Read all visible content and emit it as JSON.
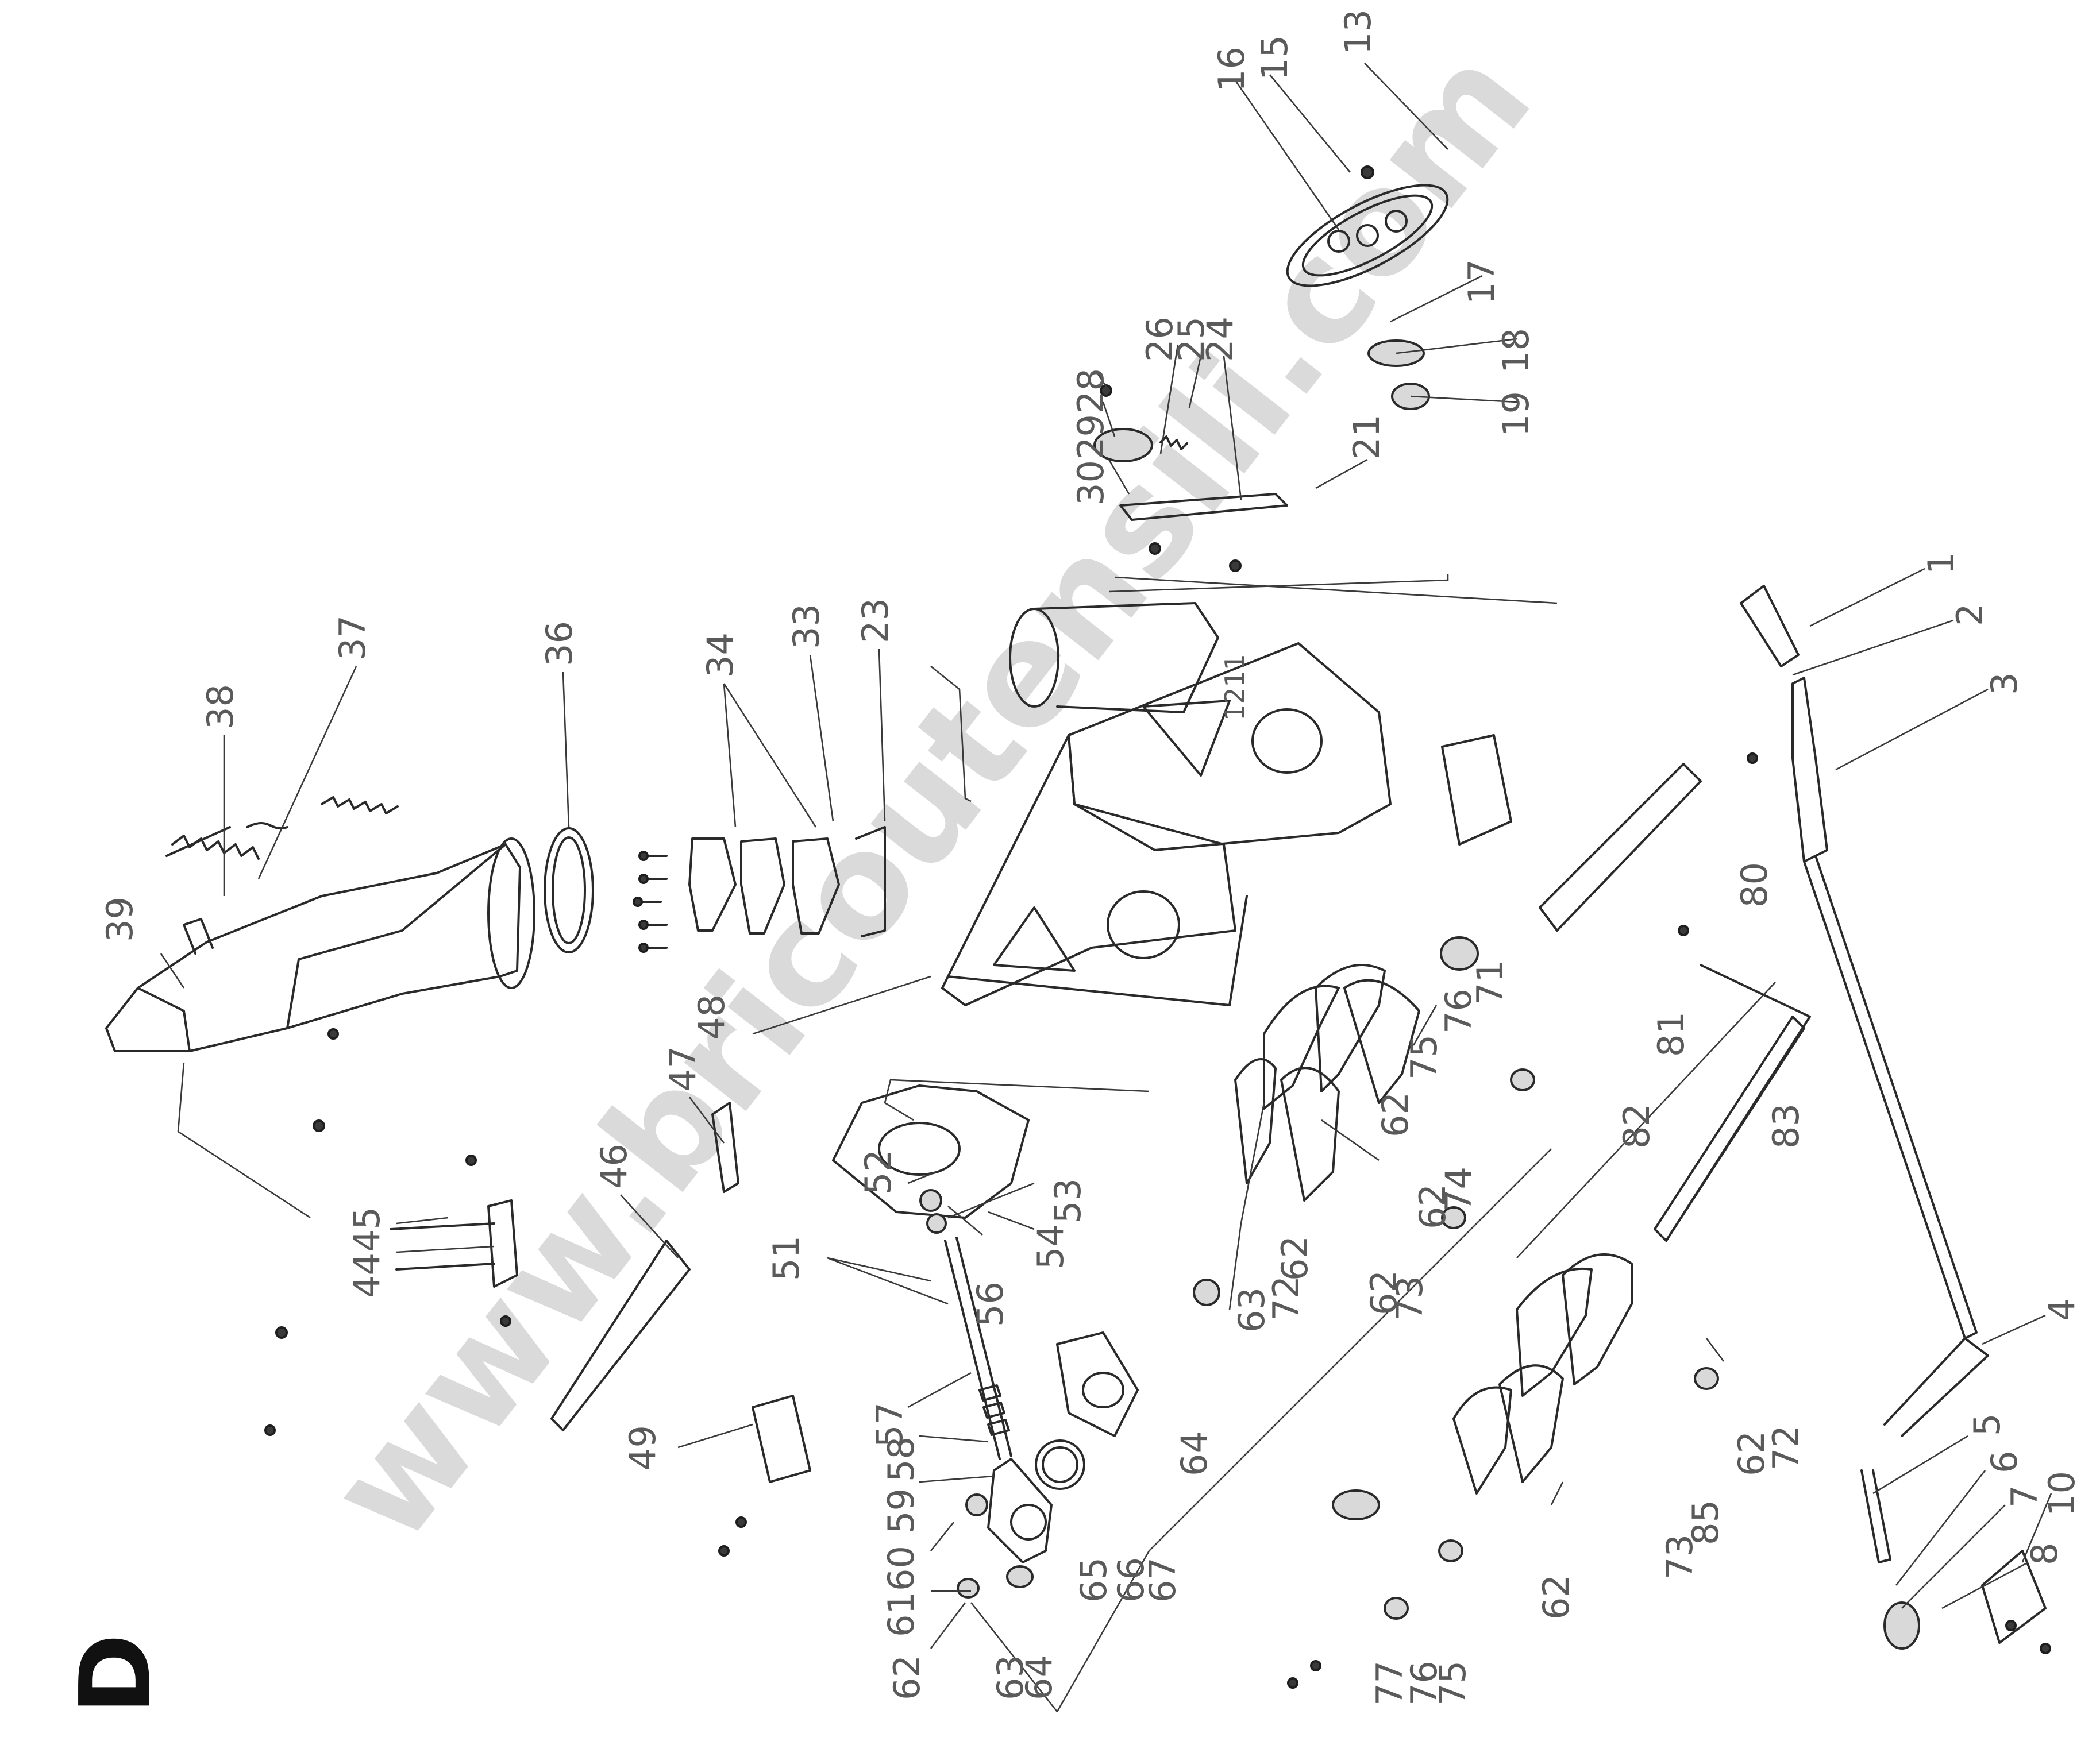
{
  "section_letter": "D",
  "watermark": "www.bricoutensili.com",
  "callouts": [
    {
      "id": "c1",
      "label": "1"
    },
    {
      "id": "c2",
      "label": "2"
    },
    {
      "id": "c3",
      "label": "3"
    },
    {
      "id": "c4",
      "label": "4"
    },
    {
      "id": "c5",
      "label": "5"
    },
    {
      "id": "c6",
      "label": "6"
    },
    {
      "id": "c7",
      "label": "7"
    },
    {
      "id": "c8",
      "label": "8"
    },
    {
      "id": "c10",
      "label": "10"
    },
    {
      "id": "c13",
      "label": "13"
    },
    {
      "id": "c15",
      "label": "15"
    },
    {
      "id": "c16",
      "label": "16"
    },
    {
      "id": "c17",
      "label": "17"
    },
    {
      "id": "c18",
      "label": "18"
    },
    {
      "id": "c19",
      "label": "19"
    },
    {
      "id": "c21",
      "label": "21"
    },
    {
      "id": "c23",
      "label": "23"
    },
    {
      "id": "c24",
      "label": "24"
    },
    {
      "id": "c25",
      "label": "25"
    },
    {
      "id": "c26",
      "label": "26"
    },
    {
      "id": "c28",
      "label": "28"
    },
    {
      "id": "c29",
      "label": "29"
    },
    {
      "id": "c30",
      "label": "30"
    },
    {
      "id": "c33",
      "label": "33"
    },
    {
      "id": "c34",
      "label": "34"
    },
    {
      "id": "c36",
      "label": "36"
    },
    {
      "id": "c37",
      "label": "37"
    },
    {
      "id": "c38",
      "label": "38"
    },
    {
      "id": "c39",
      "label": "39"
    },
    {
      "id": "c44",
      "label": "44"
    },
    {
      "id": "c45",
      "label": "45"
    },
    {
      "id": "c46",
      "label": "46"
    },
    {
      "id": "c47",
      "label": "47"
    },
    {
      "id": "c48",
      "label": "48"
    },
    {
      "id": "c49",
      "label": "49"
    },
    {
      "id": "c51",
      "label": "51"
    },
    {
      "id": "c52",
      "label": "52"
    },
    {
      "id": "c53",
      "label": "53"
    },
    {
      "id": "c54",
      "label": "54"
    },
    {
      "id": "c56",
      "label": "56"
    },
    {
      "id": "c57",
      "label": "57"
    },
    {
      "id": "c58",
      "label": "58"
    },
    {
      "id": "c59",
      "label": "59"
    },
    {
      "id": "c60",
      "label": "60"
    },
    {
      "id": "c61",
      "label": "61"
    },
    {
      "id": "c62a",
      "label": "62"
    },
    {
      "id": "c62b",
      "label": "62"
    },
    {
      "id": "c62c",
      "label": "62"
    },
    {
      "id": "c62d",
      "label": "62"
    },
    {
      "id": "c62e",
      "label": "62"
    },
    {
      "id": "c62f",
      "label": "62"
    },
    {
      "id": "c62g",
      "label": "62"
    },
    {
      "id": "c63a",
      "label": "63"
    },
    {
      "id": "c63b",
      "label": "63"
    },
    {
      "id": "c64a",
      "label": "64"
    },
    {
      "id": "c64b",
      "label": "64"
    },
    {
      "id": "c65",
      "label": "65"
    },
    {
      "id": "c66",
      "label": "66"
    },
    {
      "id": "c67",
      "label": "67"
    },
    {
      "id": "c71",
      "label": "71"
    },
    {
      "id": "c72a",
      "label": "72"
    },
    {
      "id": "c72b",
      "label": "72"
    },
    {
      "id": "c73a",
      "label": "73"
    },
    {
      "id": "c73b",
      "label": "73"
    },
    {
      "id": "c74",
      "label": "74"
    },
    {
      "id": "c75a",
      "label": "75"
    },
    {
      "id": "c75b",
      "label": "75"
    },
    {
      "id": "c76a",
      "label": "76"
    },
    {
      "id": "c76b",
      "label": "76"
    },
    {
      "id": "c77",
      "label": "77"
    },
    {
      "id": "c80",
      "label": "80"
    },
    {
      "id": "c81",
      "label": "81"
    },
    {
      "id": "c82",
      "label": "82"
    },
    {
      "id": "c83",
      "label": "83"
    },
    {
      "id": "c85",
      "label": "85"
    },
    {
      "id": "c1211",
      "label": "1211"
    }
  ]
}
